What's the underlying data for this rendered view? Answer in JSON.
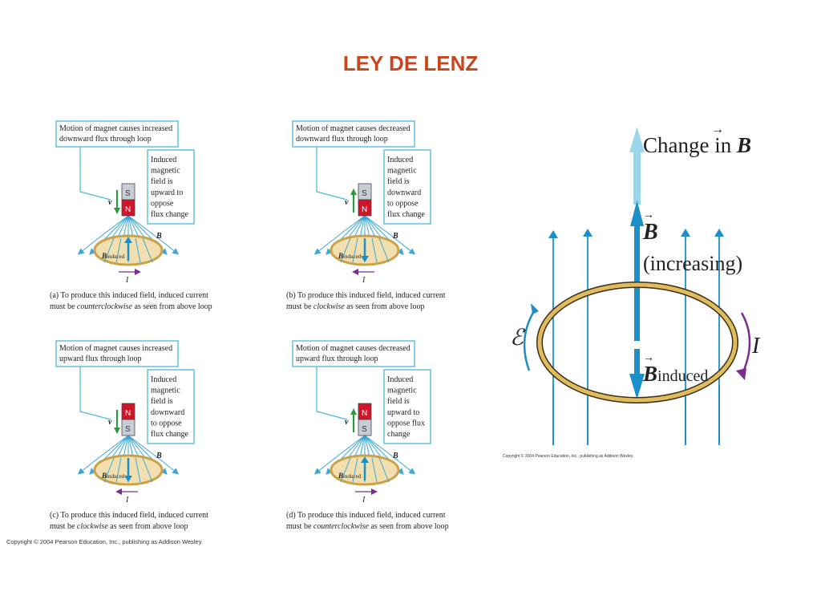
{
  "title": "LEY DE LENZ",
  "colors": {
    "title": "#c8461e",
    "box_border": "#4ab7dc",
    "field_lines": "#3aa7d8",
    "loop_fill": "#f1dfb0",
    "loop_ring": "#c9a24a",
    "magnet_north": "#d0142a",
    "magnet_south": "#c8ccd4",
    "current_arrow": "#7b2d8e",
    "velocity_arrow": "#2b9a3e",
    "b_arrow": "#1b8fc7",
    "change_arrow": "#9bd6ea"
  },
  "panels": [
    {
      "callout_motion": [
        "Motion of magnet causes increased",
        "downward flux through loop"
      ],
      "callout_field": [
        "Induced",
        "magnetic",
        "field is",
        "upward to",
        "oppose",
        "flux change"
      ],
      "velocity_label": "v",
      "magnet_top": "S",
      "magnet_bottom": "N",
      "velocity_direction": "down",
      "b_label": "B",
      "b_induced_label": "B",
      "b_induced_sub": "induced",
      "current_label": "I",
      "current_direction": "right",
      "caption_plain_1": "(a) To produce this induced field, induced current",
      "caption_plain_2": "must be ",
      "caption_italic": "counterclockwise",
      "caption_tail": " as seen from above loop"
    },
    {
      "callout_motion": [
        "Motion of magnet causes decreased",
        "downward flux through loop"
      ],
      "callout_field": [
        "Induced",
        "magnetic",
        "field is",
        "downward",
        "to oppose",
        "flux change"
      ],
      "velocity_label": "v",
      "magnet_top": "S",
      "magnet_bottom": "N",
      "velocity_direction": "up",
      "b_label": "B",
      "b_induced_label": "B",
      "b_induced_sub": "induced",
      "current_label": "I",
      "current_direction": "left",
      "caption_plain_1": "(b) To produce this induced field, induced current",
      "caption_plain_2": "must be ",
      "caption_italic": "clockwise",
      "caption_tail": " as seen from above loop"
    },
    {
      "callout_motion": [
        "Motion of magnet causes increased",
        "upward flux through loop"
      ],
      "callout_field": [
        "Induced",
        "magnetic",
        "field is",
        "downward",
        "to oppose",
        "flux change"
      ],
      "velocity_label": "v",
      "magnet_top": "N",
      "magnet_bottom": "S",
      "velocity_direction": "down",
      "b_label": "B",
      "b_induced_label": "B",
      "b_induced_sub": "induced",
      "current_label": "I",
      "current_direction": "left",
      "caption_plain_1": "(c) To produce this induced field, induced current",
      "caption_plain_2": "must be ",
      "caption_italic": "clockwise",
      "caption_tail": " as seen from above loop"
    },
    {
      "callout_motion": [
        "Motion of magnet causes decreased",
        "upward flux through loop"
      ],
      "callout_field": [
        "Induced",
        "magnetic",
        "field is",
        "upward to",
        "oppose flux",
        "change"
      ],
      "velocity_label": "v",
      "magnet_top": "N",
      "magnet_bottom": "S",
      "velocity_direction": "up",
      "b_label": "B",
      "b_induced_label": "B",
      "b_induced_sub": "induced",
      "current_label": "I",
      "current_direction": "right",
      "caption_plain_1": "(d) To produce this induced field, induced current",
      "caption_plain_2": "must be ",
      "caption_italic": "counterclockwise",
      "caption_tail": " as seen from above loop"
    }
  ],
  "copyright_left": "Copyright © 2004 Pearson Education, Inc., publishing as Addison Wesley.",
  "right_diagram": {
    "change_label": "Change in ",
    "change_b": "B",
    "b_label": "B",
    "increasing_label": "(increasing)",
    "b_induced_label": "B",
    "b_induced_sub": "induced",
    "emf_label": "ℰ",
    "current_label": "I",
    "copyright": "Copyright © 2004 Pearson Education, Inc., publishing as Addison Wesley."
  }
}
